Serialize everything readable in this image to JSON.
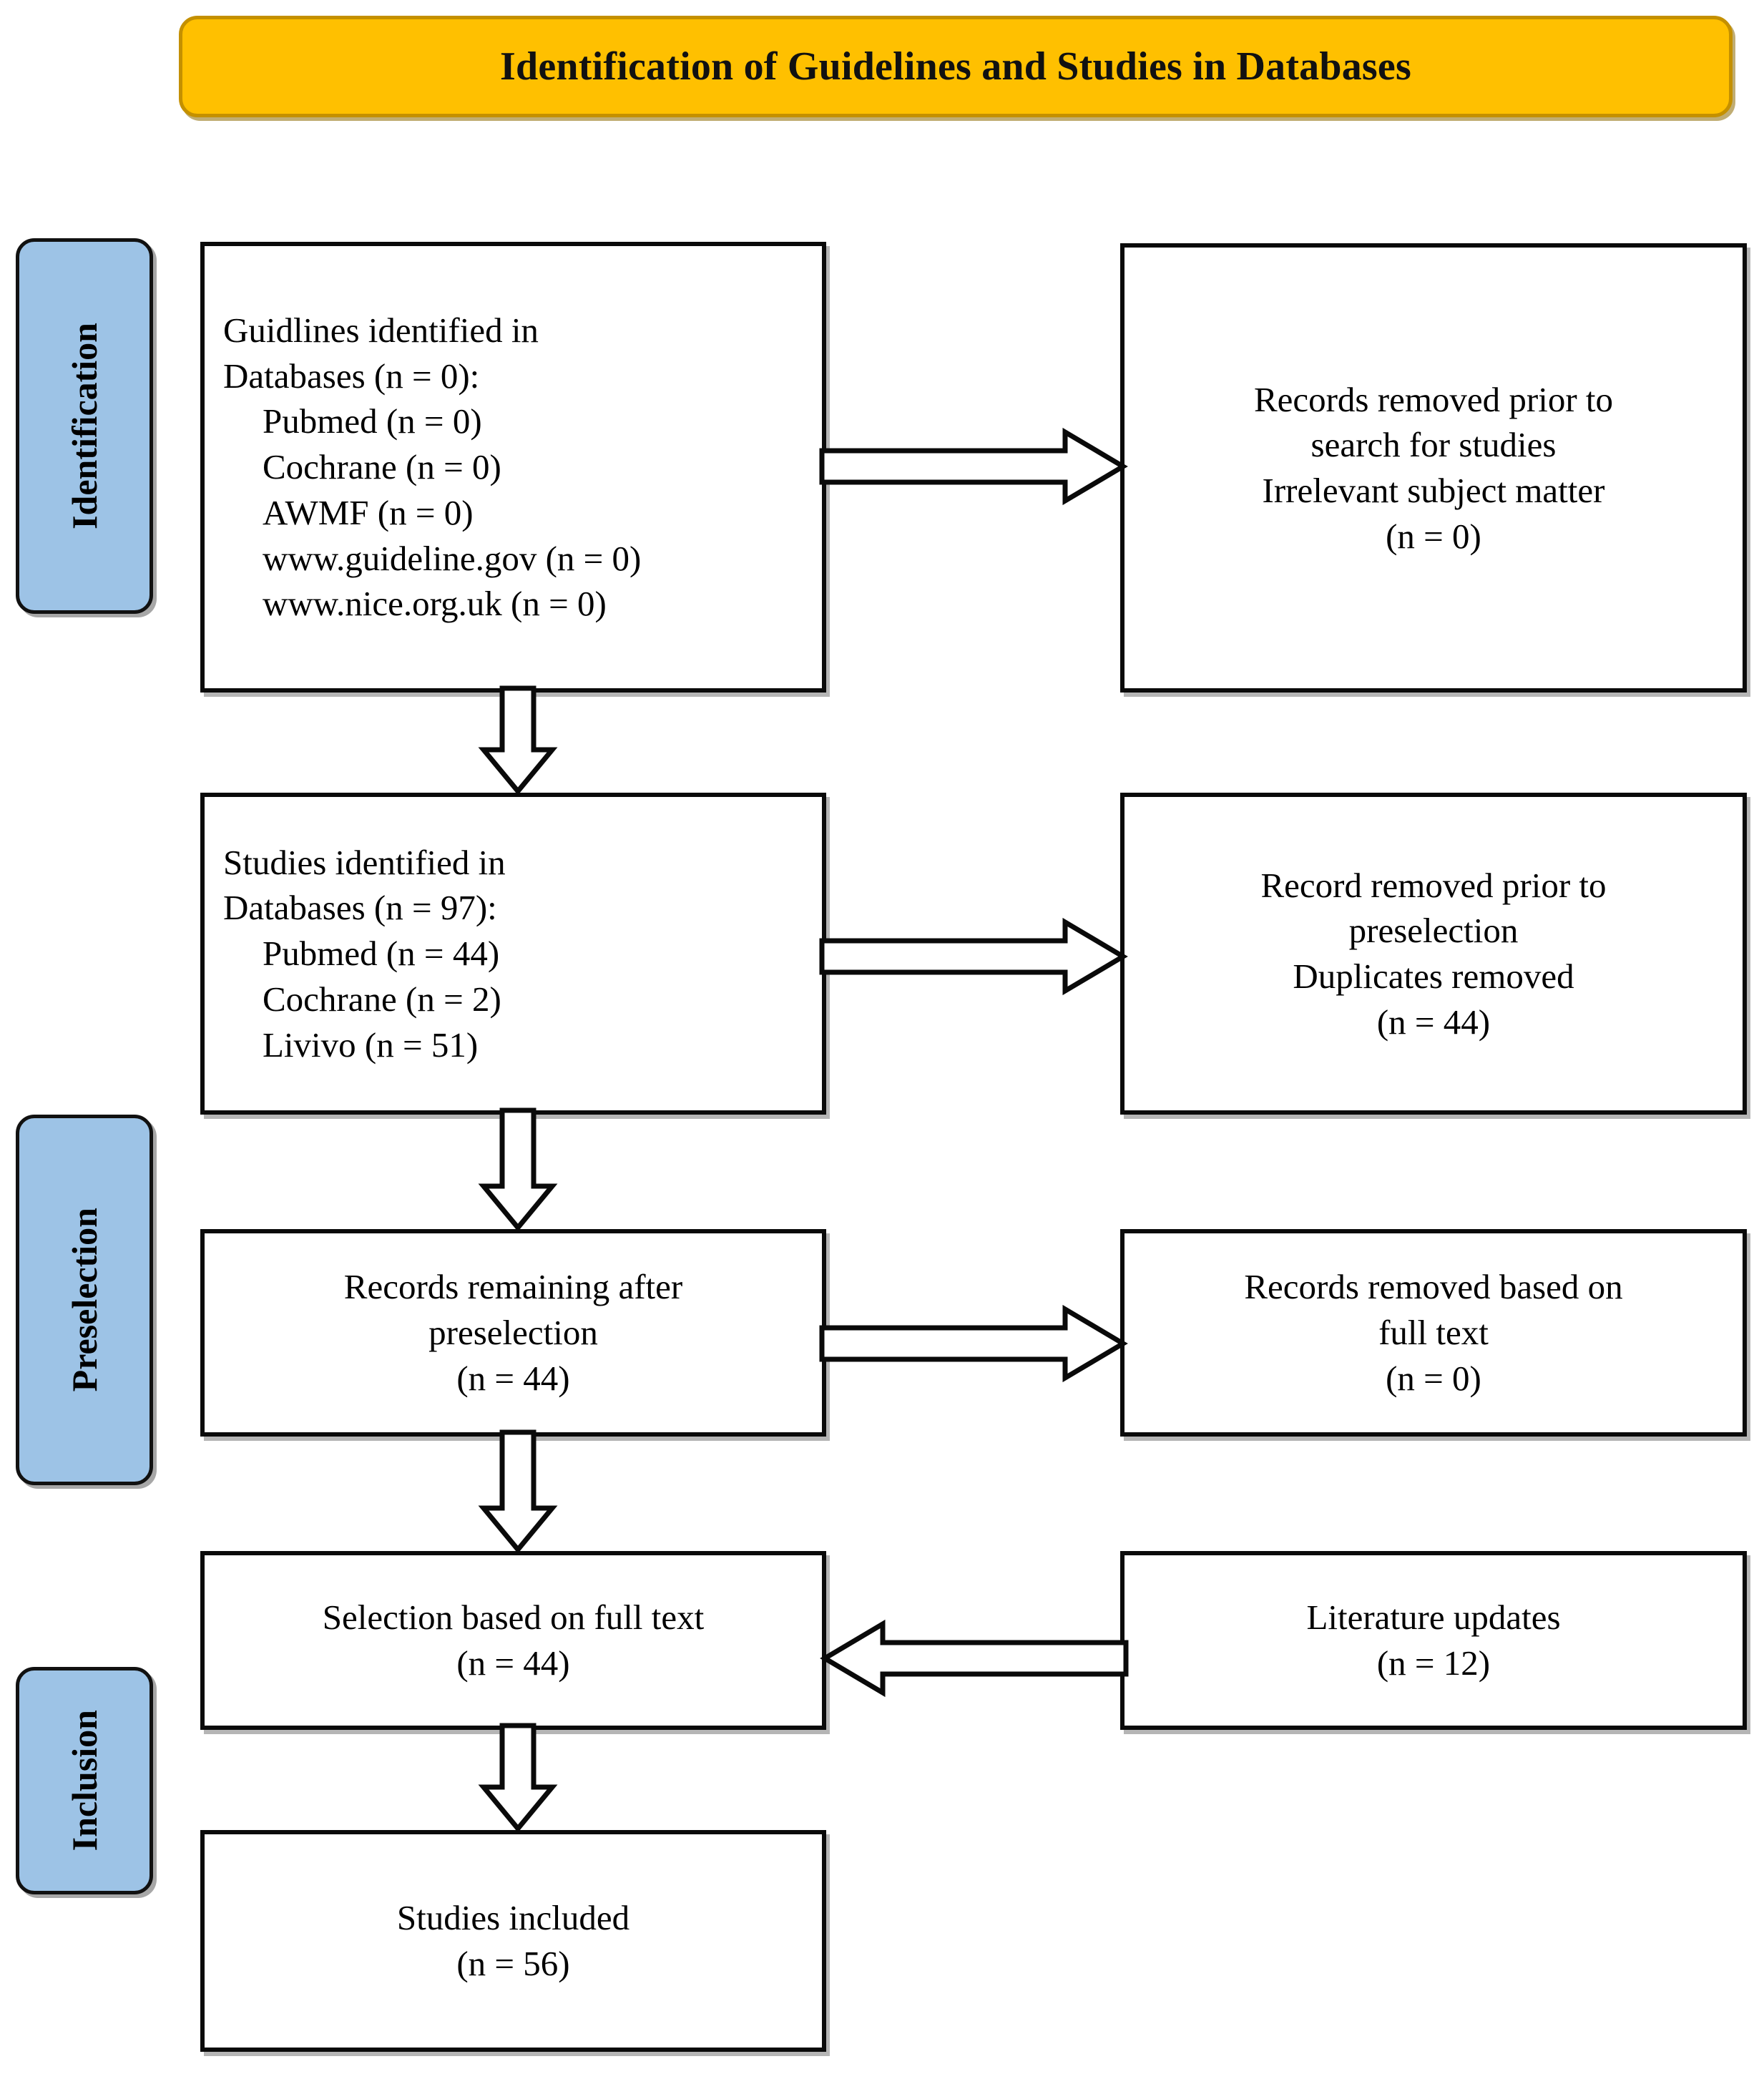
{
  "banner": {
    "title": "Identification of Guidelines and Studies in Databases",
    "fill_color": "#FFC000",
    "border_color": "#C49000"
  },
  "stages": [
    {
      "id": "identification",
      "label": "Identification",
      "fill_color": "#9DC3E6"
    },
    {
      "id": "preselection",
      "label": "Preselection",
      "fill_color": "#9DC3E6"
    },
    {
      "id": "inclusion",
      "label": "Inclusion",
      "fill_color": "#9DC3E6"
    }
  ],
  "boxes": {
    "guidelines": {
      "align": "left",
      "lines": [
        {
          "text": "Guidlines identified in",
          "indent": false
        },
        {
          "text": "Databases (n = 0):",
          "indent": false
        },
        {
          "text": "Pubmed (n = 0)",
          "indent": true
        },
        {
          "text": "Cochrane (n = 0)",
          "indent": true
        },
        {
          "text": "AWMF (n = 0)",
          "indent": true
        },
        {
          "text": "www.guideline.gov (n = 0)",
          "indent": true
        },
        {
          "text": "www.nice.org.uk (n = 0)",
          "indent": true
        }
      ]
    },
    "records_removed": {
      "align": "center",
      "lines": [
        {
          "text": "Records removed prior to",
          "indent": false
        },
        {
          "text": "search for studies",
          "indent": false
        },
        {
          "text": "Irrelevant subject matter",
          "indent": false
        },
        {
          "text": "(n = 0)",
          "indent": false
        }
      ]
    },
    "studies": {
      "align": "left",
      "lines": [
        {
          "text": "Studies identified in",
          "indent": false
        },
        {
          "text": "Databases (n = 97):",
          "indent": false
        },
        {
          "text": "Pubmed (n = 44)",
          "indent": true
        },
        {
          "text": "Cochrane (n = 2)",
          "indent": true
        },
        {
          "text": "Livivo (n = 51)",
          "indent": true
        }
      ]
    },
    "record_removed": {
      "align": "center",
      "lines": [
        {
          "text": "Record removed prior to",
          "indent": false
        },
        {
          "text": "preselection",
          "indent": false
        },
        {
          "text": "Duplicates removed",
          "indent": false
        },
        {
          "text": "(n = 44)",
          "indent": false
        }
      ]
    },
    "remaining": {
      "align": "center",
      "lines": [
        {
          "text": "Records remaining after",
          "indent": false
        },
        {
          "text": "preselection",
          "indent": false
        },
        {
          "text": "(n = 44)",
          "indent": false
        }
      ]
    },
    "removed_fulltext": {
      "align": "center",
      "lines": [
        {
          "text": "Records removed based on",
          "indent": false
        },
        {
          "text": "full text",
          "indent": false
        },
        {
          "text": "(n = 0)",
          "indent": false
        }
      ]
    },
    "selection": {
      "align": "center",
      "lines": [
        {
          "text": "Selection based on full text",
          "indent": false
        },
        {
          "text": "(n = 44)",
          "indent": false
        }
      ]
    },
    "literature": {
      "align": "center",
      "lines": [
        {
          "text": "Literature updates",
          "indent": false
        },
        {
          "text": "(n = 12)",
          "indent": false
        }
      ]
    },
    "included": {
      "align": "center",
      "lines": [
        {
          "text": "Studies included",
          "indent": false
        },
        {
          "text": "(n = 56)",
          "indent": false
        }
      ]
    }
  },
  "arrows": [
    {
      "id": "guidelines-to-records-removed",
      "direction": "right"
    },
    {
      "id": "studies-to-record-removed",
      "direction": "right"
    },
    {
      "id": "remaining-to-removed-fulltext",
      "direction": "right"
    },
    {
      "id": "literature-to-selection",
      "direction": "left"
    },
    {
      "id": "guidelines-to-studies",
      "direction": "down"
    },
    {
      "id": "studies-to-remaining",
      "direction": "down"
    },
    {
      "id": "remaining-to-selection",
      "direction": "down"
    },
    {
      "id": "selection-to-included",
      "direction": "down"
    }
  ],
  "flow_data": {
    "type": "prisma-flow",
    "title": "Identification of Guidelines and Studies in Databases",
    "guidelines_total": 0,
    "guideline_sources": [
      {
        "name": "Pubmed",
        "n": 0
      },
      {
        "name": "Cochrane",
        "n": 0
      },
      {
        "name": "AWMF",
        "n": 0
      },
      {
        "name": "www.guideline.gov",
        "n": 0
      },
      {
        "name": "www.nice.org.uk",
        "n": 0
      }
    ],
    "studies_total": 97,
    "study_sources": [
      {
        "name": "Pubmed",
        "n": 44
      },
      {
        "name": "Cochrane",
        "n": 2
      },
      {
        "name": "Livivo",
        "n": 51
      }
    ],
    "removed_prior_to_search": 0,
    "duplicates_removed": 44,
    "records_after_preselection": 44,
    "removed_on_full_text": 0,
    "selected_on_full_text": 44,
    "literature_updates": 12,
    "studies_included": 56
  }
}
